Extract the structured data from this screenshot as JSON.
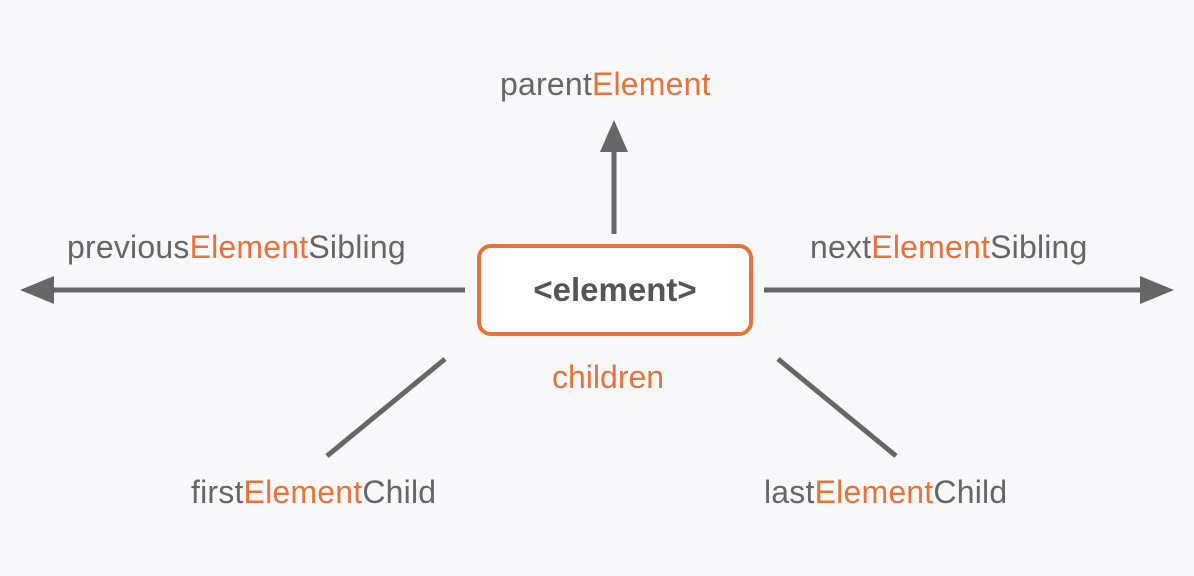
{
  "colors": {
    "accent": "#e8733a",
    "text": "#666666",
    "arrow": "#666666",
    "background": "#f8f7f9"
  },
  "center": {
    "element": "<element>",
    "children": "children"
  },
  "labels": {
    "parent": {
      "prefix": "parent",
      "accent": "Element",
      "suffix": ""
    },
    "previous": {
      "prefix": "previous",
      "accent": "Element",
      "suffix": "Sibling"
    },
    "next": {
      "prefix": "next",
      "accent": "Element",
      "suffix": "Sibling"
    },
    "first_child": {
      "prefix": "first",
      "accent": "Element",
      "suffix": "Child"
    },
    "last_child": {
      "prefix": "last",
      "accent": "Element",
      "suffix": "Child"
    }
  }
}
